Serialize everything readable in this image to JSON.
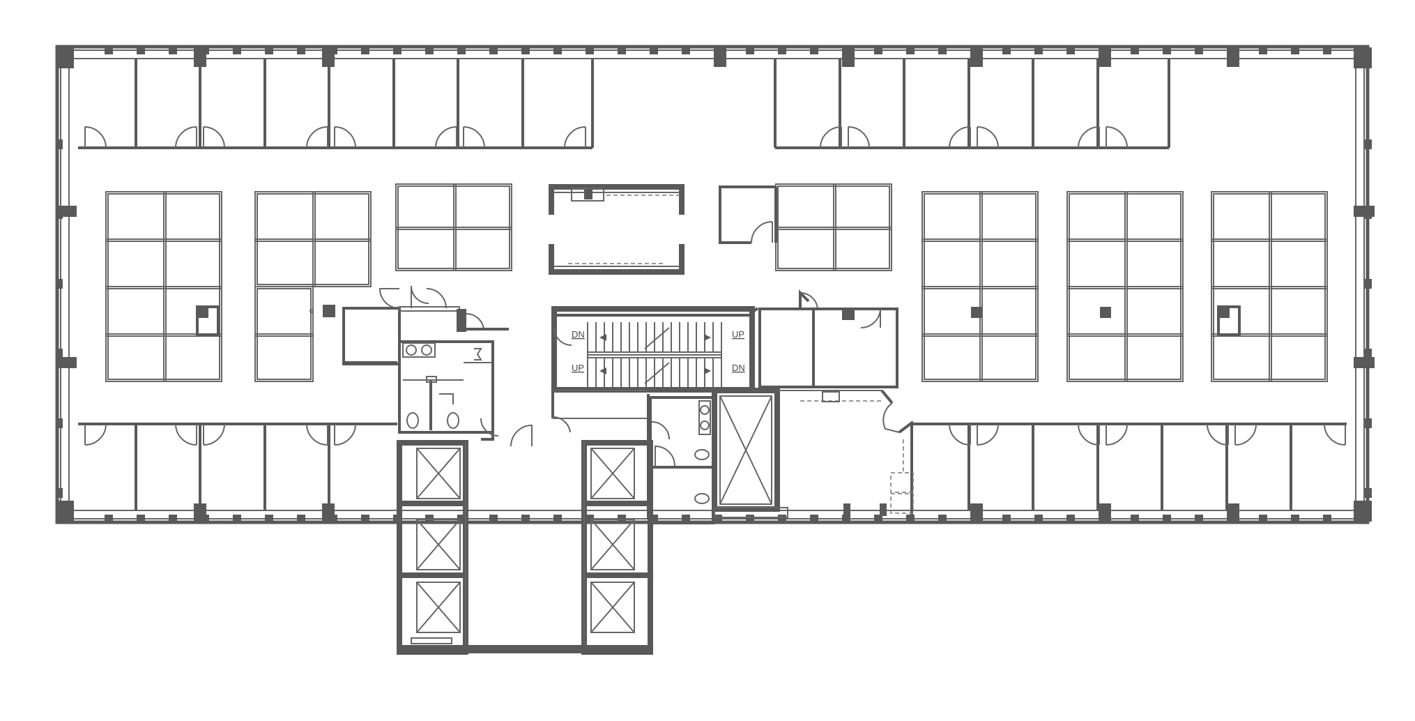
{
  "colors": {
    "wall": "#595959",
    "line": "#666666",
    "background": "#ffffff"
  },
  "stair_labels": {
    "top_left": "DN",
    "top_right": "UP",
    "bottom_left": "UP",
    "bottom_right": "DN"
  }
}
